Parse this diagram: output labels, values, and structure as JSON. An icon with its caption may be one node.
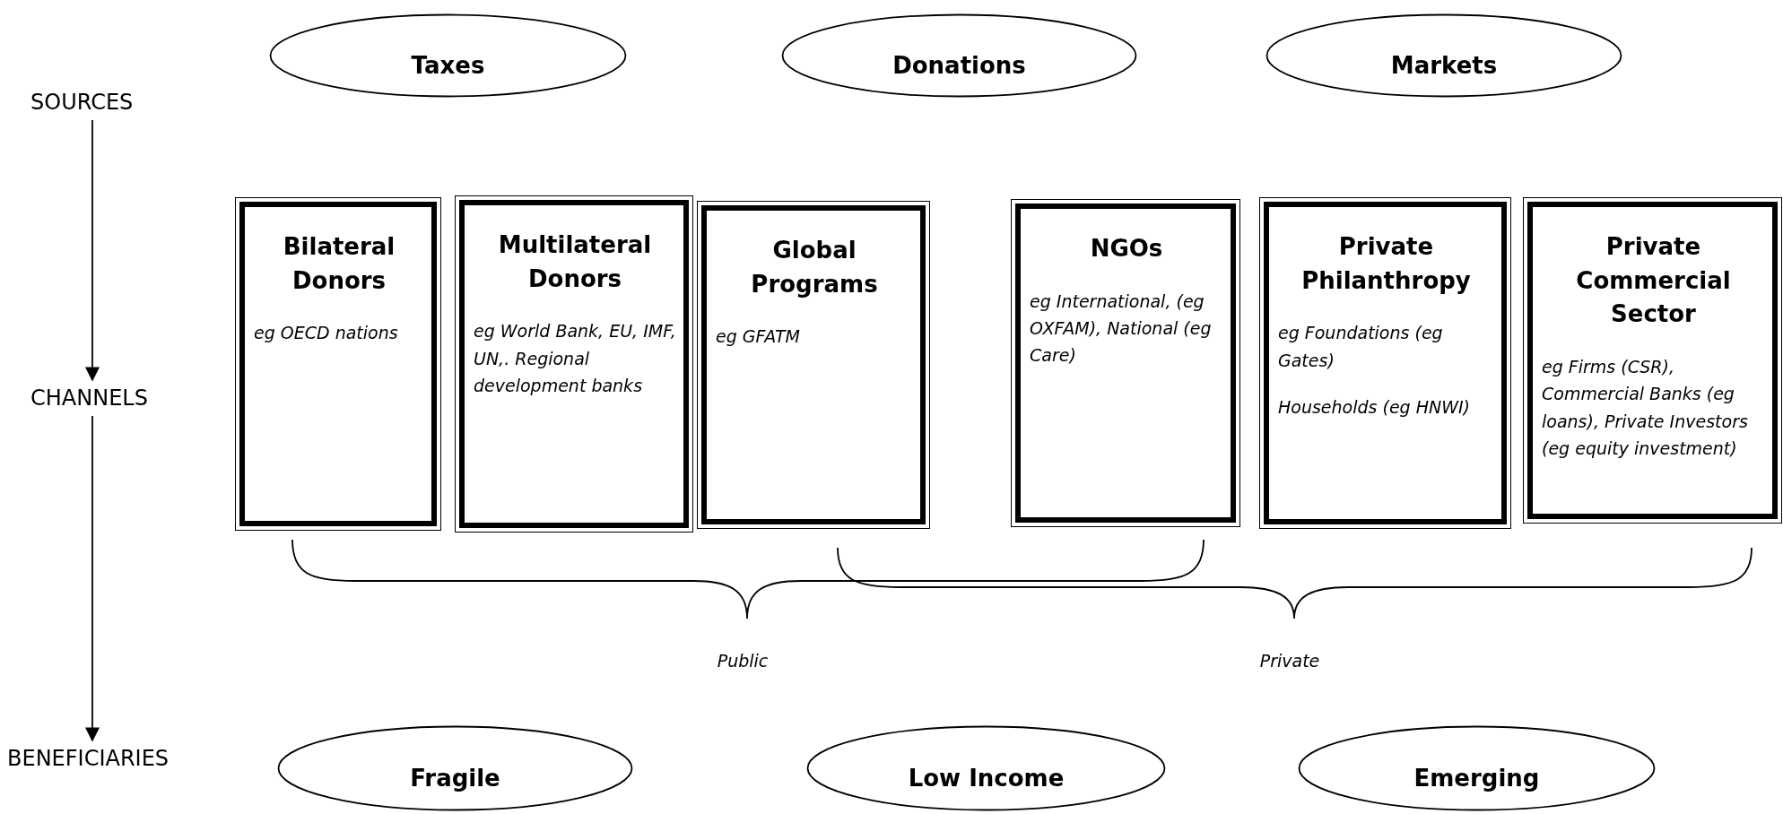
{
  "diagram": {
    "nodes": [
      {
        "text": [
          "Taxes"
        ]
      },
      {
        "text": [
          "Donations"
        ]
      },
      {
        "text": [
          "Markets"
        ]
      },
      {
        "text": [
          "SOURCES"
        ]
      },
      {
        "text": [
          "Bilateral Donors",
          "eg OECD nations"
        ]
      },
      {
        "text": [
          "Multilateral Donors",
          "eg World Bank, EU, IMF, UN,. Regional development banks"
        ]
      },
      {
        "text": [
          "Global Programs",
          "eg GFATM"
        ]
      },
      {
        "text": [
          "NGOs",
          "eg International, (eg OXFAM), National (eg Care)"
        ]
      },
      {
        "text": [
          "Private Philanthropy",
          "eg Foundations (eg Gates)",
          "Households (eg HNWI)"
        ]
      },
      {
        "text": [
          "Private Commercial Sector",
          "eg Firms (CSR), Commercial Banks (eg loans), Private Investors (eg equity investment)"
        ]
      },
      {
        "text": [
          "CHANNELS"
        ]
      },
      {
        "text": [
          "BENEFICIARIES"
        ]
      },
      {
        "text": [
          "Fragile"
        ]
      },
      {
        "text": [
          "Low Income"
        ]
      },
      {
        "text": [
          "Emerging"
        ]
      }
    ],
    "edges": [
      {
        "from": 3,
        "to": 10,
        "arrow": "to"
      },
      {
        "from": 10,
        "to": 11,
        "arrow": "to"
      }
    ],
    "labels": [
      "Public",
      "Private"
    ]
  }
}
